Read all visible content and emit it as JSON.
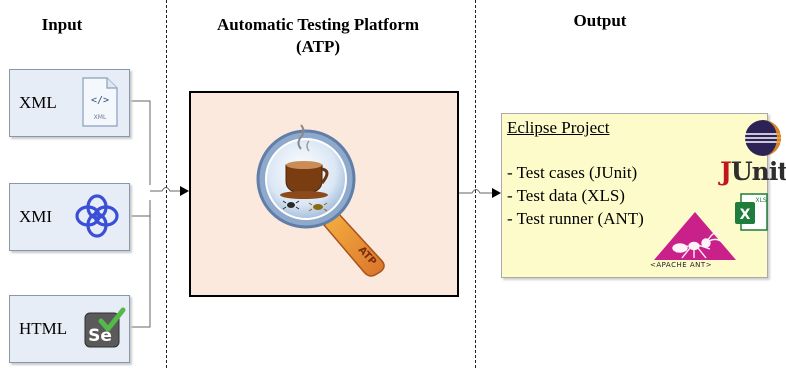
{
  "headings": {
    "input": "Input",
    "atp_line1": "Automatic Testing Platform",
    "atp_line2": "(ATP)",
    "output": "Output"
  },
  "inputs": [
    {
      "label": "XML",
      "icon": "xml-file-icon",
      "icon_text": "XML"
    },
    {
      "label": "XMI",
      "icon": "xmi-logo-icon"
    },
    {
      "label": "HTML",
      "icon": "selenium-icon",
      "icon_text": "Se"
    }
  ],
  "atp": {
    "icon": "magnifier-coffee-icon",
    "tag_text": "ATP"
  },
  "output": {
    "title": "Eclipse Project",
    "items": [
      "- Test cases (JUnit)",
      "- Test data (XLS)",
      "- Test runner (ANT)"
    ],
    "logos": {
      "eclipse": "eclipse-icon",
      "junit_j": "J",
      "junit_rest": "Unit",
      "excel": "excel-icon",
      "excel_text": "XLS",
      "ant": "apache-ant-icon",
      "ant_caption": "<APACHE ANT>"
    }
  },
  "colors": {
    "input_box": "#e6edf6",
    "atp_box": "#fbe9dd",
    "output_box": "#fdfbc9"
  }
}
